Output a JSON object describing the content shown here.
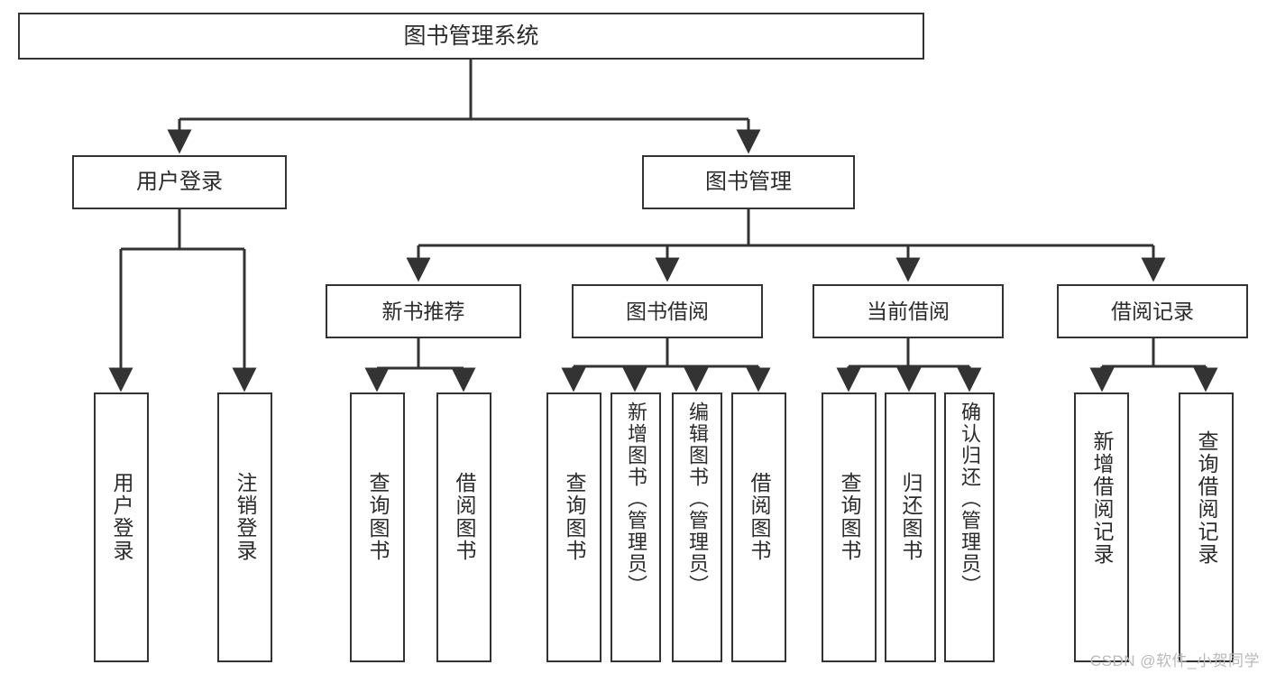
{
  "diagram": {
    "title": "图书管理系统",
    "type": "tree-hierarchy",
    "watermark": "CSDN @软件_小贺同学",
    "colors": {
      "box_border": "#333333",
      "box_fill": "#ffffff",
      "text": "#2b2b2b",
      "edge": "#333333",
      "watermark": "#b9b9b9",
      "background": "#ffffff"
    },
    "nodes": {
      "root": {
        "label": "图书管理系统"
      },
      "level1": [
        {
          "label": "用户登录"
        },
        {
          "label": "图书管理"
        }
      ],
      "level2": [
        {
          "label": "新书推荐"
        },
        {
          "label": "图书借阅"
        },
        {
          "label": "当前借阅"
        },
        {
          "label": "借阅记录"
        }
      ],
      "leaves": {
        "user_login": [
          {
            "label": "用户登录"
          },
          {
            "label": "注销登录"
          }
        ],
        "new_book_recommend": [
          {
            "label": "查询图书"
          },
          {
            "label": "借阅图书"
          }
        ],
        "book_borrow": [
          {
            "label": "查询图书"
          },
          {
            "label": "新增图书（管理员）"
          },
          {
            "label": "编辑图书（管理员）"
          },
          {
            "label": "借阅图书"
          }
        ],
        "current_borrow": [
          {
            "label": "查询图书"
          },
          {
            "label": "归还图书"
          },
          {
            "label": "确认归还（管理员）"
          }
        ],
        "borrow_record": [
          {
            "label": "新增借阅记录"
          },
          {
            "label": "查询借阅记录"
          }
        ]
      }
    }
  }
}
